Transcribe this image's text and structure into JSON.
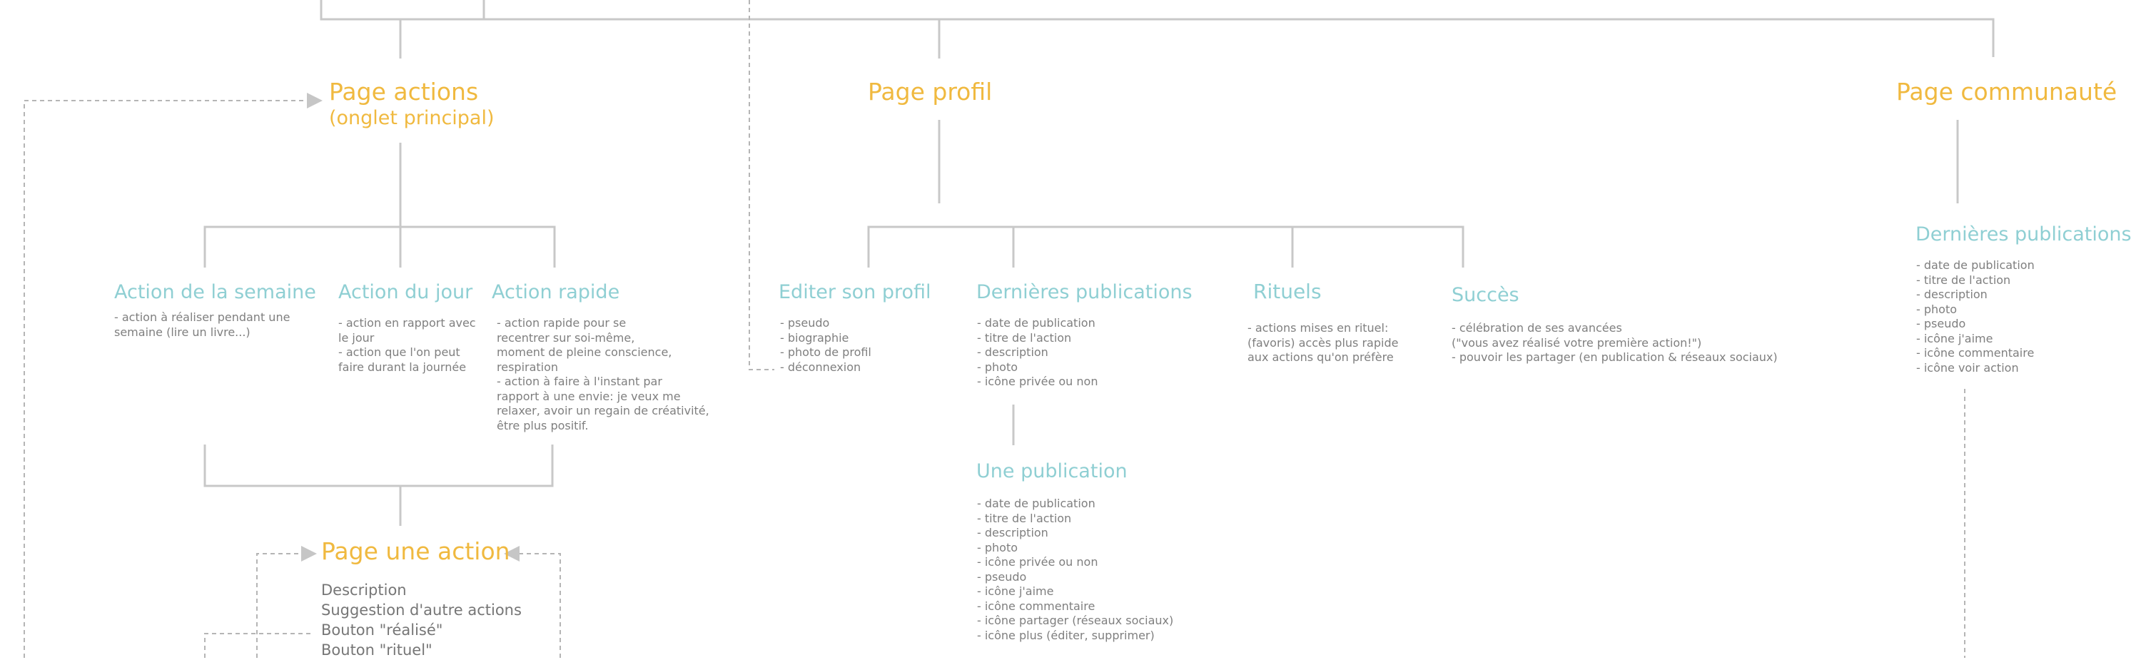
{
  "colors": {
    "main_title": "#f0b93f",
    "sub_title": "#8fcfd3",
    "text": "#7f7f7f",
    "line": "#c8c8c8",
    "dashed": "#b5b5b5"
  },
  "pages": {
    "actions": {
      "title": "Page actions",
      "subtitle": "(onglet principal)",
      "children": {
        "semaine": {
          "title": "Action de la semaine",
          "lines": [
            "- action à réaliser pendant une",
            "semaine (lire un livre...)"
          ]
        },
        "jour": {
          "title": "Action du jour",
          "lines": [
            "- action en rapport avec",
            "le jour",
            "- action que l'on peut",
            "faire durant la journée"
          ]
        },
        "rapide": {
          "title": "Action rapide",
          "lines": [
            "- action rapide pour se",
            "recentrer sur soi-même,",
            "moment de pleine conscience,",
            "respiration",
            "- action à faire à l'instant par",
            "rapport à une envie: je veux me",
            "relaxer, avoir un regain de créativité,",
            "être plus positif."
          ]
        }
      },
      "une_action": {
        "title": "Page une action",
        "lines": [
          "Description",
          "Suggestion d'autre actions",
          "Bouton \"réalisé\"",
          "Bouton \"rituel\""
        ]
      }
    },
    "profil": {
      "title": "Page profil",
      "children": {
        "editer": {
          "title": "Editer son profil",
          "lines": [
            "- pseudo",
            "- biographie",
            "- photo de profil",
            "- déconnexion"
          ]
        },
        "dernieres": {
          "title": "Dernières publications",
          "lines": [
            "- date de publication",
            "- titre de l'action",
            "- description",
            "- photo",
            "- icône privée ou non"
          ]
        },
        "rituels": {
          "title": "Rituels",
          "lines": [
            "- actions mises en rituel:",
            "(favoris) accès plus rapide",
            "aux actions qu'on préfère"
          ]
        },
        "succes": {
          "title": "Succès",
          "lines": [
            "- célébration de ses avancées",
            "(\"vous avez réalisé votre première action!\")",
            "- pouvoir les partager (en publication & réseaux sociaux)"
          ]
        }
      },
      "une_publication": {
        "title": "Une publication",
        "lines": [
          "- date de publication",
          "- titre de l'action",
          "- description",
          "- photo",
          "- icône privée ou non",
          "- pseudo",
          "- icône j'aime",
          "- icône commentaire",
          "- icône partager (réseaux sociaux)",
          "- icône plus (éditer, supprimer)"
        ]
      }
    },
    "communaute": {
      "title": "Page communauté",
      "dernieres": {
        "title": "Dernières publications",
        "lines": [
          "- date de publication",
          "- titre de l'action",
          "- description",
          "- photo",
          "- pseudo",
          "- icône j'aime",
          "- icône commentaire",
          "- icône voir action"
        ]
      }
    }
  }
}
